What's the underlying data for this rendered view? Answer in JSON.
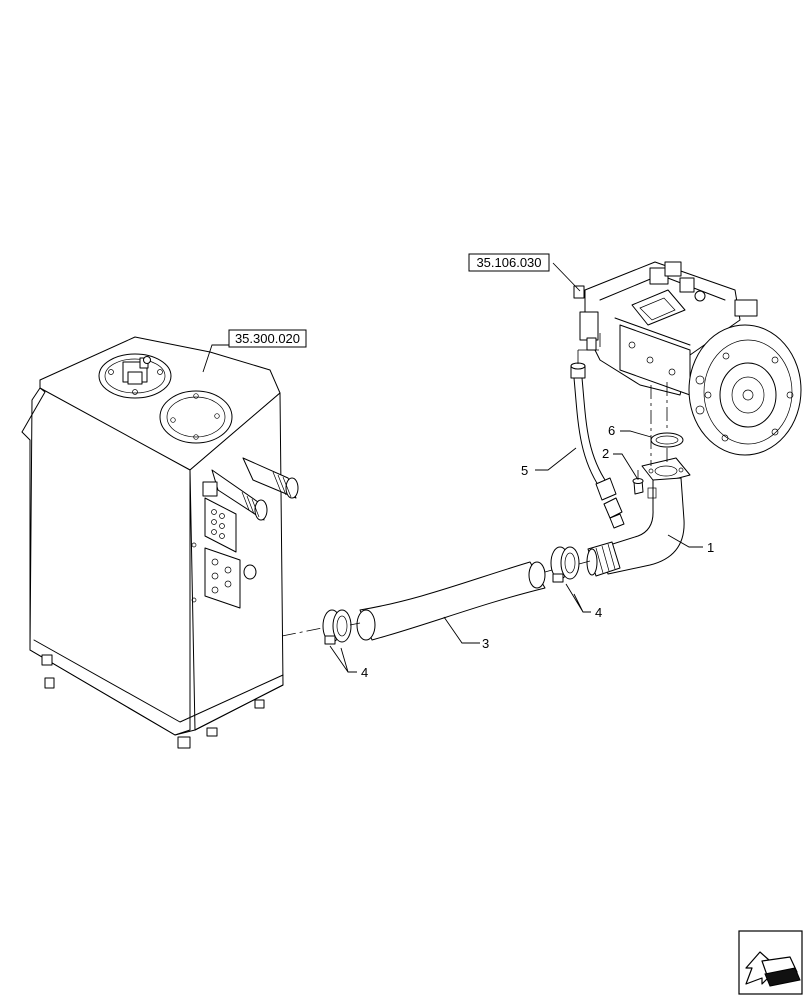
{
  "references": {
    "tank_ref": "35.300.020",
    "pump_ref": "35.106.030"
  },
  "callouts": {
    "c1": "1",
    "c2": "2",
    "c3": "3",
    "c4a": "4",
    "c4b": "4",
    "c5": "5",
    "c6": "6"
  },
  "icons": {
    "nav": "arrow-left-down-icon"
  }
}
